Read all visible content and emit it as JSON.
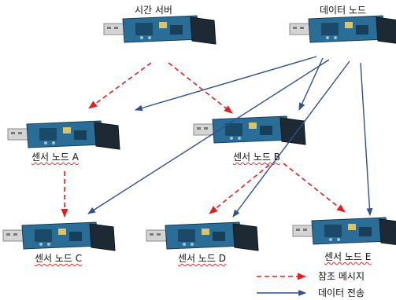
{
  "nodes": {
    "time_server": "시간 서버",
    "data_node": "데이터 노드",
    "sensor_a": "센서 노드 A",
    "sensor_b": "센서 노드 B",
    "sensor_c": "센서 노드 C",
    "sensor_d": "센서 노드 D",
    "sensor_e": "센서 노드 E"
  },
  "legend": {
    "reference_message": "참조 메시지",
    "data_transfer": "데이터 전송"
  },
  "colors": {
    "reference_message": "#e02020",
    "data_transfer": "#2f4f8f",
    "board": "#2a6e98",
    "usb_metal": "#c8c8c8",
    "case_dark": "#1e2a33"
  }
}
